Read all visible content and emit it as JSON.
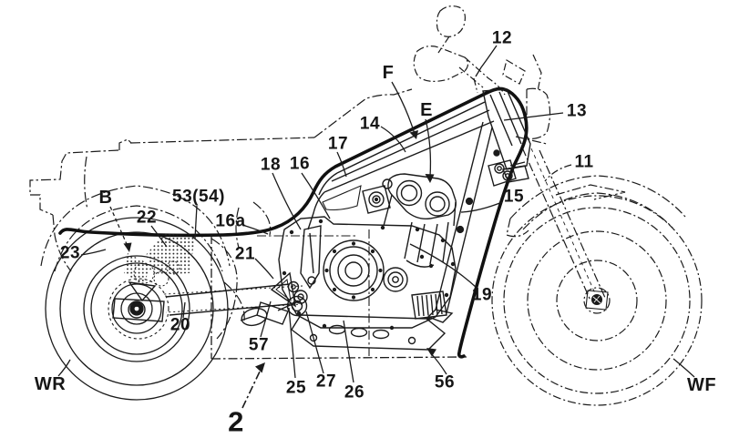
{
  "figure": {
    "kind": "patent-line-drawing",
    "subject": "Motorcycle side elevation with reference numerals",
    "background_color": "#ffffff",
    "line_color": "#1b1b1b",
    "figure_number": "2",
    "labels": [
      {
        "id": "12",
        "text": "12"
      },
      {
        "id": "F",
        "text": "F"
      },
      {
        "id": "E",
        "text": "E"
      },
      {
        "id": "13",
        "text": "13"
      },
      {
        "id": "14",
        "text": "14"
      },
      {
        "id": "17",
        "text": "17"
      },
      {
        "id": "16",
        "text": "16"
      },
      {
        "id": "18",
        "text": "18"
      },
      {
        "id": "11",
        "text": "11"
      },
      {
        "id": "15",
        "text": "15"
      },
      {
        "id": "B",
        "text": "B"
      },
      {
        "id": "53-54",
        "text": "53(54)"
      },
      {
        "id": "22",
        "text": "22"
      },
      {
        "id": "16a",
        "text": "16a"
      },
      {
        "id": "23",
        "text": "23"
      },
      {
        "id": "21",
        "text": "21"
      },
      {
        "id": "19",
        "text": "19"
      },
      {
        "id": "20",
        "text": "20"
      },
      {
        "id": "57",
        "text": "57"
      },
      {
        "id": "25",
        "text": "25"
      },
      {
        "id": "27",
        "text": "27"
      },
      {
        "id": "26",
        "text": "26"
      },
      {
        "id": "56",
        "text": "56"
      },
      {
        "id": "WR",
        "text": "WR"
      },
      {
        "id": "WF",
        "text": "WF"
      },
      {
        "id": "2",
        "text": "2"
      }
    ]
  }
}
